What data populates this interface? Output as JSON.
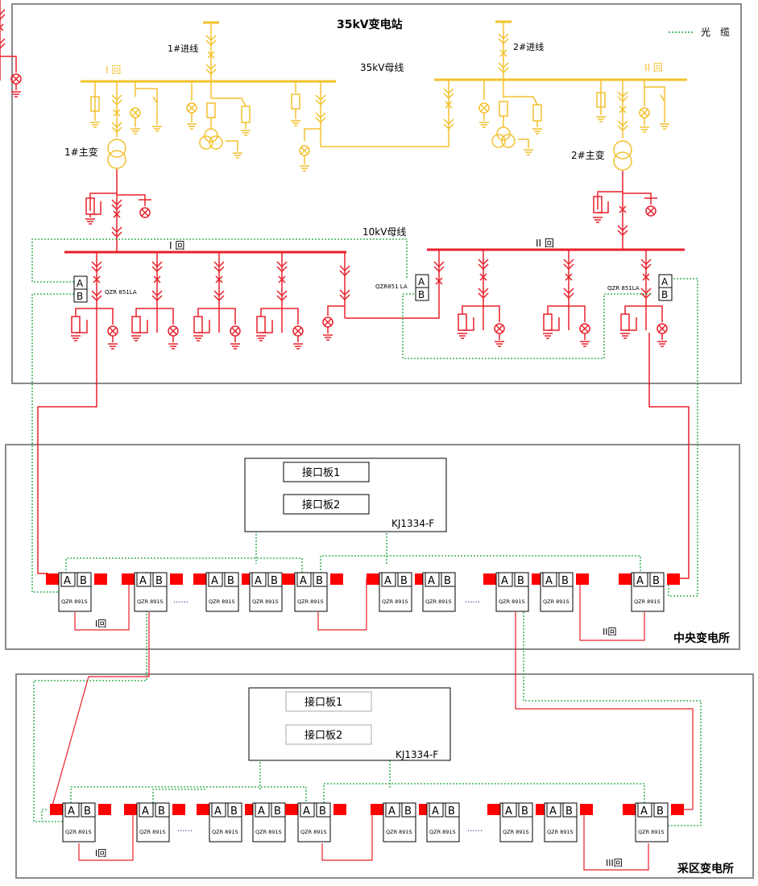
{
  "colors": {
    "hv": "#f2c12e",
    "mv": "#e8202a",
    "fiber": "#1aa33a",
    "frame": "#8a8a8a",
    "text": "#000000",
    "module_fill": "#ff0000"
  },
  "legend": {
    "label": "光　缆"
  },
  "substation_35kv": {
    "title": "35kV变电站",
    "incoming1": "1#进线",
    "incoming2": "2#进线",
    "bus_label": "35kV母线",
    "section1": "I 回",
    "section2": "II 回",
    "transformer1": "1#主变",
    "transformer2": "2#主变"
  },
  "bus_10kv": {
    "label": "10kV母线",
    "section1": "I 回",
    "section2": "II 回",
    "device_left": "QZR 851LA",
    "device_mid": "QZR851 LA",
    "device_right": "QZR 851LA"
  },
  "module": {
    "a": "A",
    "b": "B"
  },
  "central": {
    "title": "中央变电所",
    "system": "KJ1334-F",
    "board1": "接口板1",
    "board2": "接口板2",
    "switch_label": "QZR 891S",
    "loop1": "I回",
    "loop2": "II回",
    "ellipsis": "......"
  },
  "mining": {
    "title": "采区变电所",
    "system": "KJ1334-F",
    "board1": "接口板1",
    "board2": "接口板2",
    "switch_label": "QZR 891S",
    "loop1": "I回",
    "loop2": "III回",
    "ellipsis": "......"
  }
}
